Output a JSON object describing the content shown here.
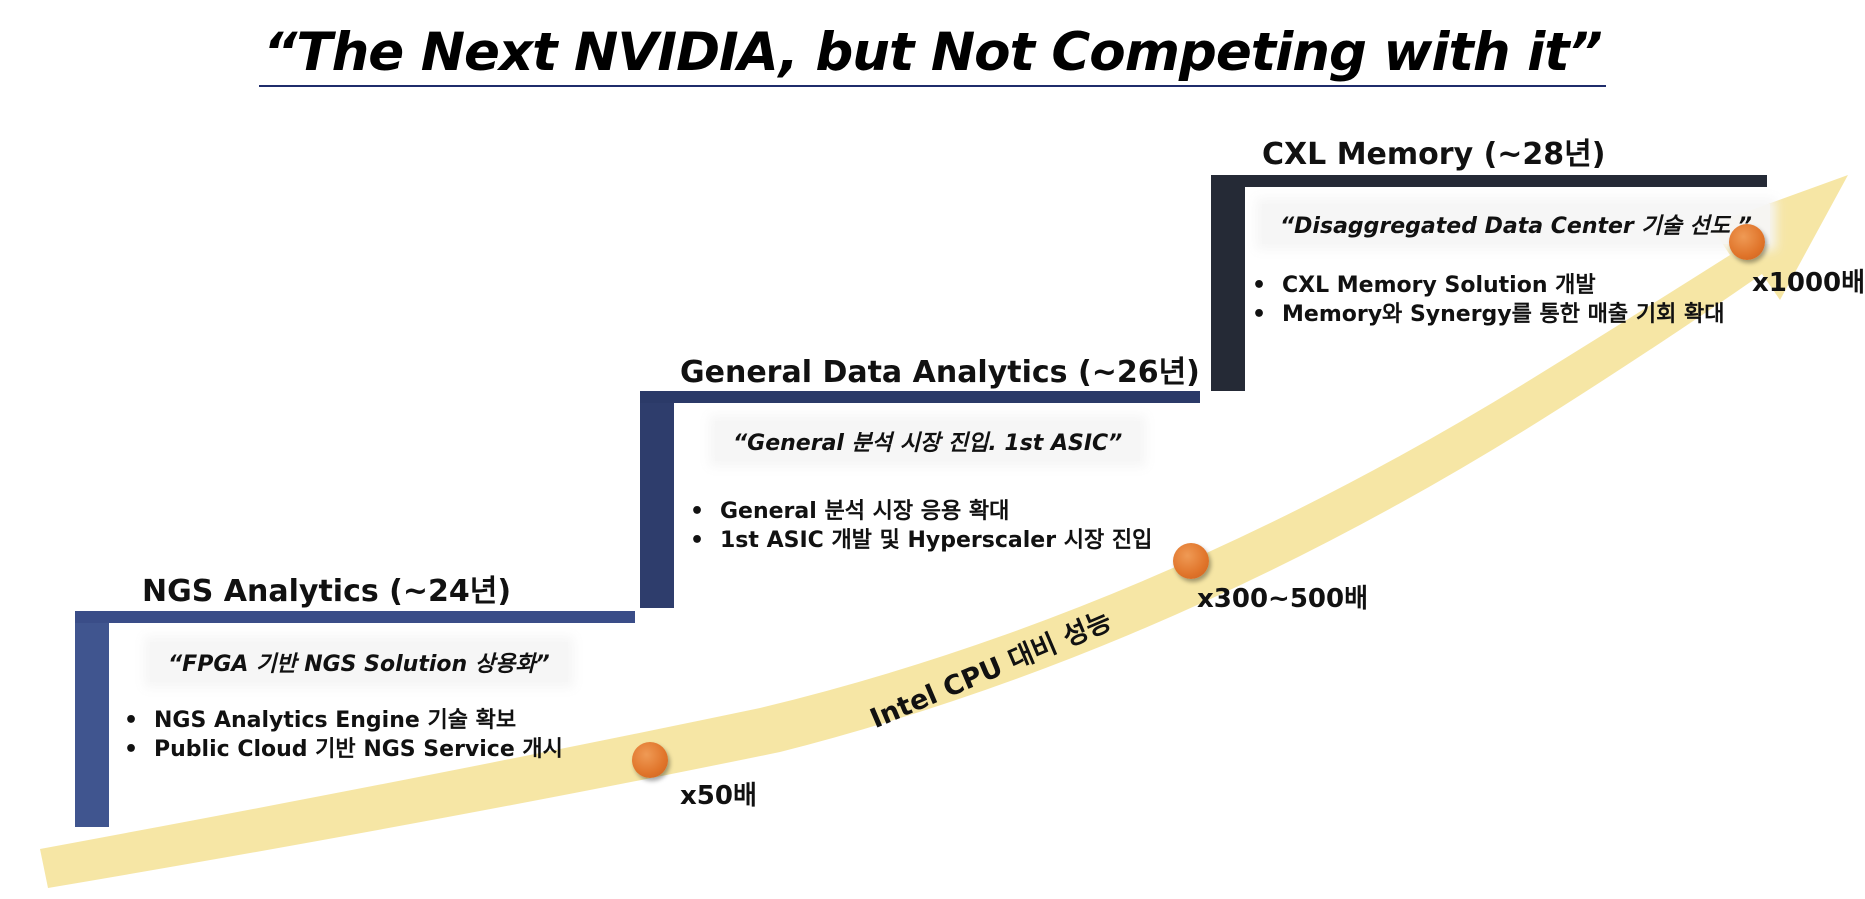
{
  "title": "“The Next NVIDIA, but Not Competing with it”",
  "arrow_label": "Intel CPU 대비 성능",
  "stages": [
    {
      "title": "NGS Analytics (~24년)",
      "tagline": "“FPGA 기반 NGS Solution 상용화”",
      "bullets": [
        "NGS Analytics Engine 기술 확보",
        "Public Cloud 기반 NGS Service 개시"
      ]
    },
    {
      "title": "General Data Analytics (~26년)",
      "tagline": "“General 분석 시장 진입. 1st ASIC”",
      "bullets": [
        "General 분석 시장 응용 확대",
        "1st ASIC 개발 및 Hyperscaler 시장 진입"
      ]
    },
    {
      "title": "CXL Memory (~28년)",
      "tagline": "“Disaggregated Data Center 기술 선도 ”",
      "bullets": [
        "CXL Memory Solution 개발",
        "Memory와 Synergy를 통한 매출 기회 확대"
      ]
    }
  ],
  "milestones": [
    "x50배",
    "x300~500배",
    "x1000배"
  ],
  "colors": {
    "step1": "#3b4f8f",
    "step2": "#2b3a6b",
    "step3": "#262a35",
    "arrow": "#f5e39a",
    "dot": "#e0742a"
  }
}
